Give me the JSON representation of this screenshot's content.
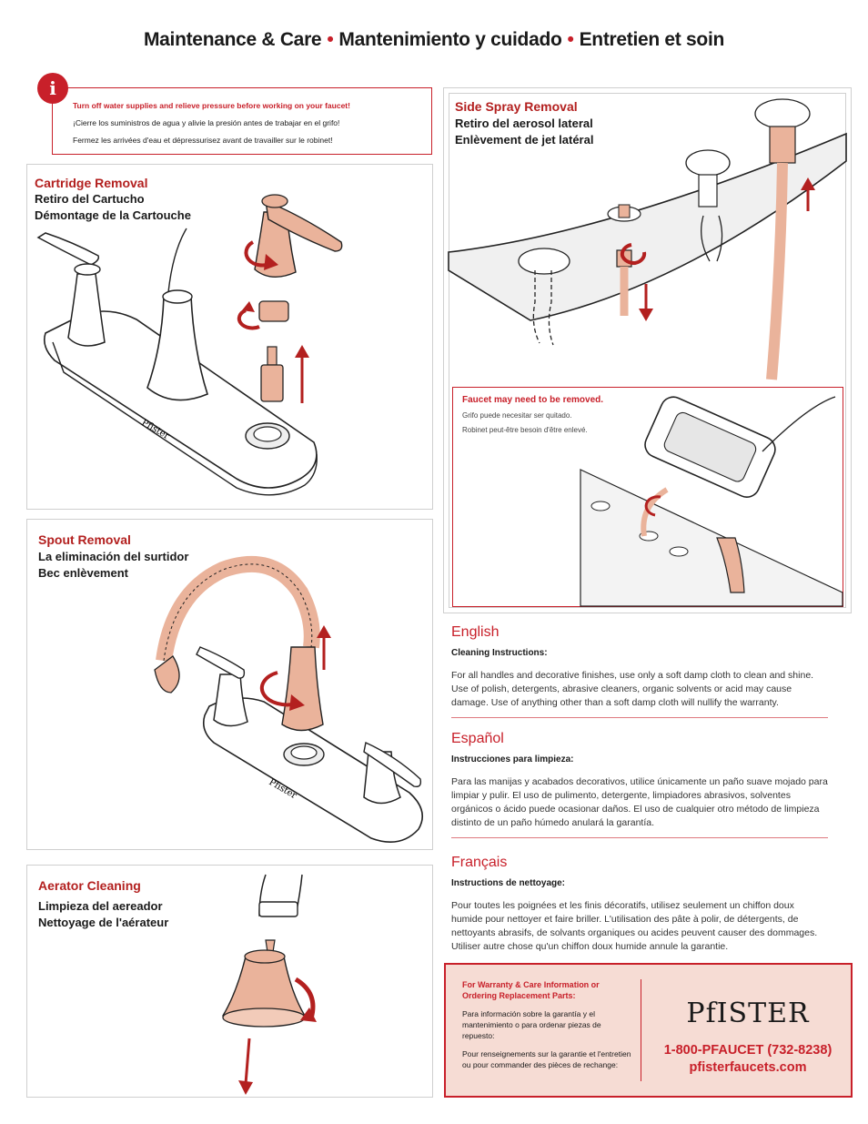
{
  "title": {
    "part1": "Maintenance & Care",
    "part2": "Mantenimiento y cuidado",
    "part3": "Entretien et soin",
    "separator": "•"
  },
  "warning": {
    "icon": "info-icon",
    "icon_glyph": "i",
    "line_en": "Turn off water supplies and relieve pressure before working on your faucet!",
    "line_es": "¡Cierre los suministros de agua y alivie la presión antes de trabajar en el grifo!",
    "line_fr": "Fermez les arrivées d'eau et dépressurisez avant de travailler sur le robinet!"
  },
  "cartridge": {
    "heading": "Cartridge Removal",
    "sub_es": "Retiro del Cartucho",
    "sub_fr": "Démontage de la Cartouche",
    "brand_mark": "Pfister"
  },
  "spout": {
    "heading": "Spout Removal",
    "sub_es": "La eliminación del surtidor",
    "sub_fr": "Bec enlèvement",
    "brand_mark": "Pfister"
  },
  "aerator": {
    "heading": "Aerator Cleaning",
    "sub_es": "Limpieza del aereador",
    "sub_fr": "Nettoyage de l'aérateur"
  },
  "side_spray": {
    "heading": "Side Spray Removal",
    "sub_es": "Retiro del aerosol lateral",
    "sub_fr": "Enlèvement de jet latéral",
    "note": {
      "heading": "Faucet may need to be removed.",
      "line_es": "Grifo puede necesitar ser quitado.",
      "line_fr": "Robinet peut-être besoin d'être enlevé."
    }
  },
  "care": {
    "en": {
      "lang": "English",
      "sub": "Cleaning Instructions:",
      "body": "For all handles and decorative finishes, use only a soft damp cloth to clean and shine. Use of polish, detergents, abrasive cleaners, organic solvents or acid may cause damage. Use of anything other than a soft damp cloth will nullify the warranty."
    },
    "es": {
      "lang": "Español",
      "sub": "Instrucciones para limpieza:",
      "body": "Para las manijas y acabados decorativos, utilice únicamente un paño suave mojado para limpiar y pulir. El uso de pulimento, detergente, limpiadores abrasivos, solventes orgánicos o ácido puede ocasionar daños. El uso de cualquier otro método de limpieza distinto de un paño húmedo anulará la garantía."
    },
    "fr": {
      "lang": "Français",
      "sub": "Instructions de nettoyage:",
      "body": "Pour toutes les poignées et les finis décoratifs, utilisez seulement un chiffon doux humide pour nettoyer et faire briller. L'utilisation des pâte à polir, de détergents, de nettoyants abrasifs, de solvants organiques ou acides peuvent causer des dommages. Utiliser autre chose qu'un chiffon doux humide annule la garantie."
    }
  },
  "warranty": {
    "heading": "For Warranty & Care Information or Ordering Replacement Parts:",
    "es": "Para información sobre la garantía y el mantenimiento o para ordenar piezas de repuesto:",
    "fr": "Pour renseignements sur la garantie et l'entretien ou pour commander des pièces de rechange:",
    "logo": "PfISTER",
    "phone": "1-800-PFAUCET (732-8238)",
    "website": "pfisterfaucets.com"
  },
  "colors": {
    "accent_red": "#c8202a",
    "copper": "#e8b39c",
    "warranty_bg": "#f6dcd4"
  }
}
